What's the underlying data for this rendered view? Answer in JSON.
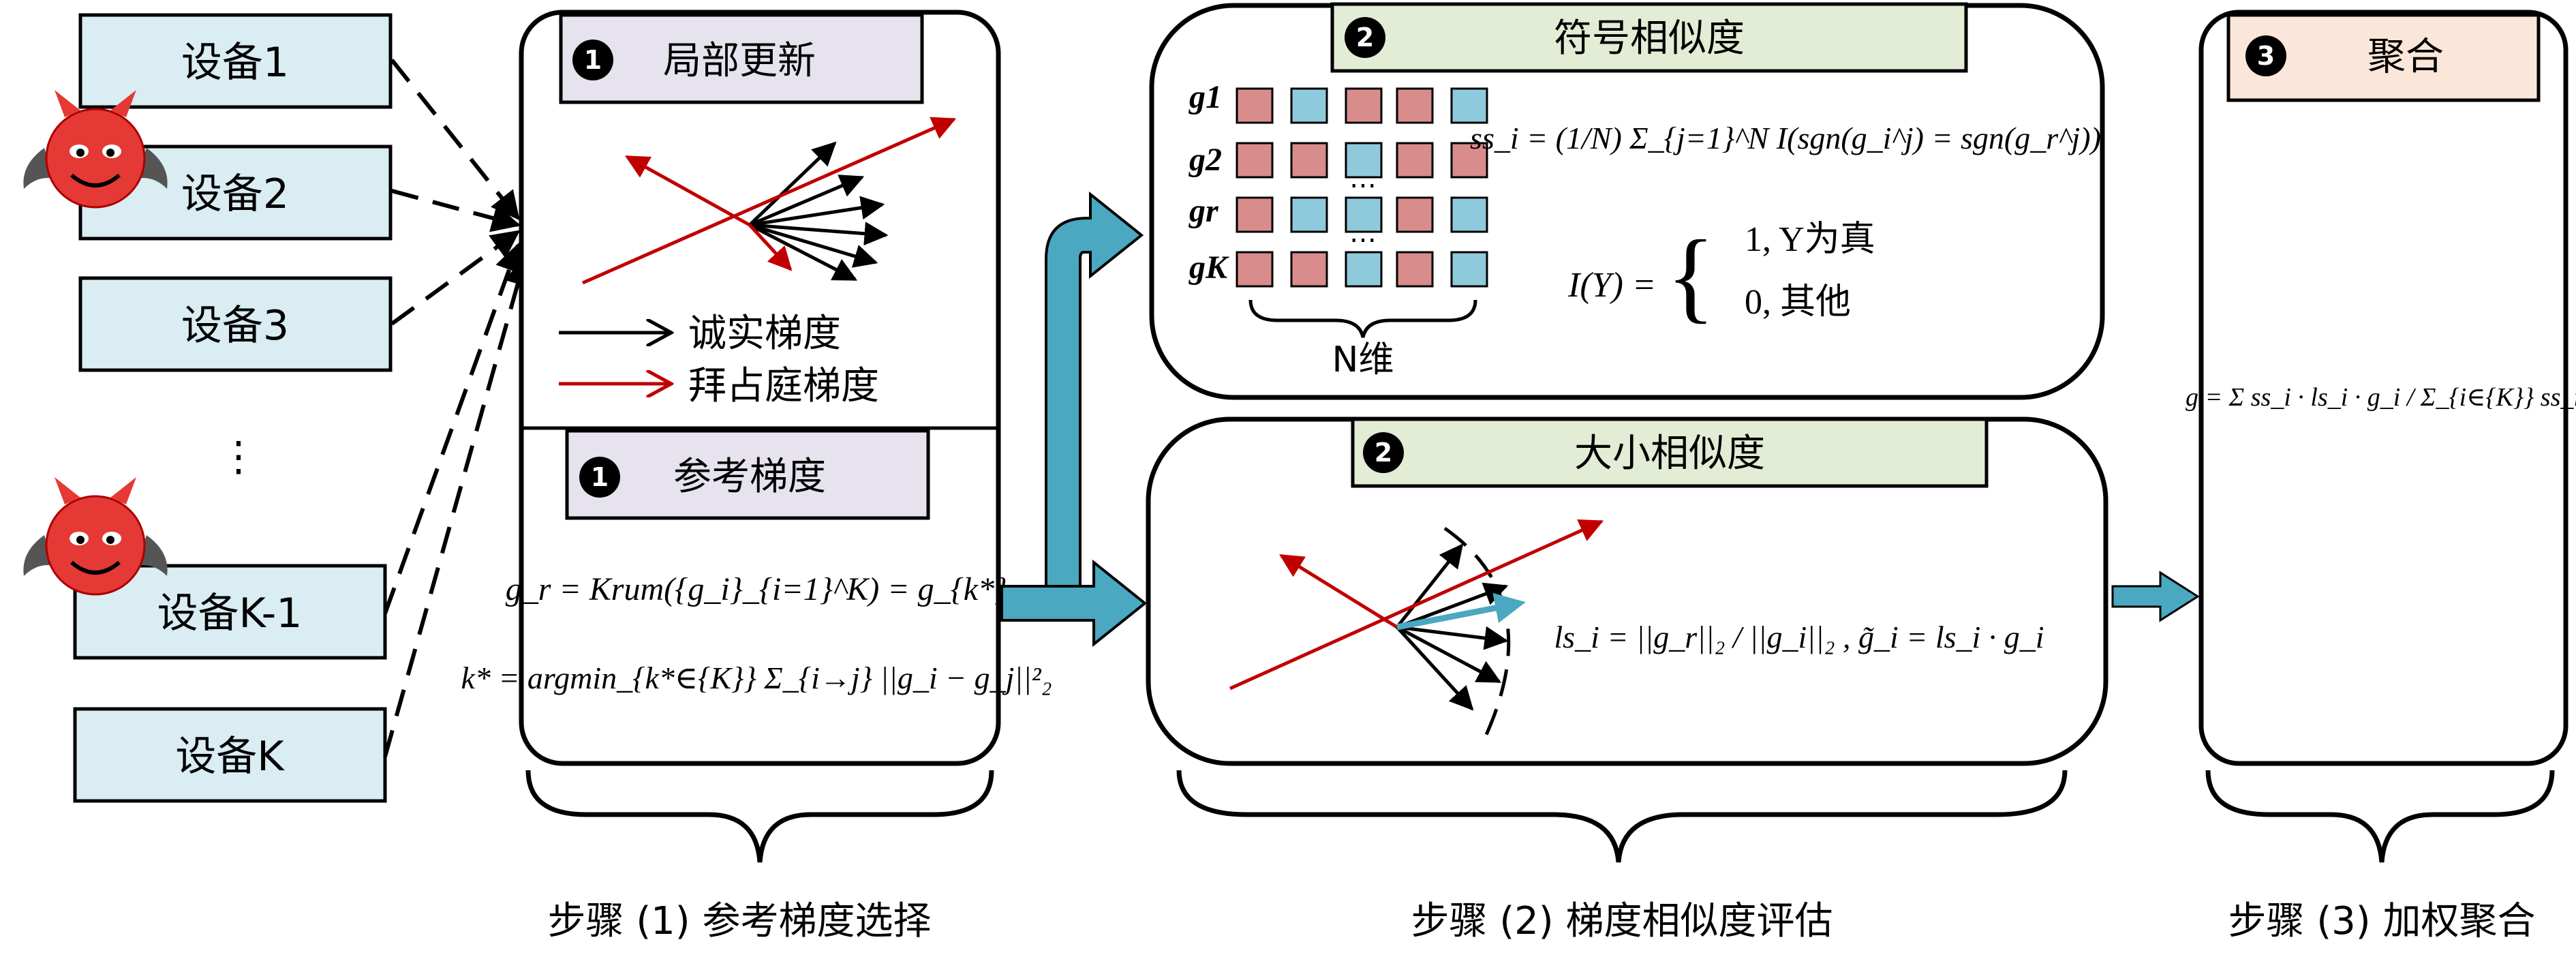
{
  "devices": [
    {
      "label": "设备1"
    },
    {
      "label": "设备2"
    },
    {
      "label": "设备3"
    },
    {
      "label": "设备K-1"
    },
    {
      "label": "设备K"
    }
  ],
  "device_ellipsis": "⋮",
  "step1": {
    "local_update": {
      "badge": "1",
      "title": "局部更新"
    },
    "legend": {
      "honest": "诚实梯度",
      "byzantine": "拜占庭梯度"
    },
    "reference": {
      "badge": "1",
      "title": "参考梯度"
    },
    "formula_gr": "g_r = Krum({g_i}_{i=1}^K) = g_{k*}",
    "formula_kstar": "k* = argmin_{k*∈{K}} Σ_{i→j} ||g_i − g_j||²₂",
    "caption": "步骤 (1) 参考梯度选择"
  },
  "step2": {
    "sign": {
      "badge": "2",
      "title": "符号相似度",
      "rows": [
        "g1",
        "g2",
        "gr",
        "gK"
      ],
      "dim_label": "N维",
      "formula_ss": "ss_i = (1/N) Σ_{j=1}^N I(sgn(g_i^j) = sgn(g_r^j))",
      "indicator_lhs": "I(Y) =",
      "indicator_case1": "1,  Y为真",
      "indicator_case2": "0,  其他"
    },
    "magnitude": {
      "badge": "2",
      "title": "大小相似度",
      "formula_ls": "ls_i = ||g_r||₂ / ||g_i||₂ , g̃_i = ls_i · g_i"
    },
    "caption": "步骤 (2) 梯度相似度评估"
  },
  "step3": {
    "badge": "3",
    "title": "聚合",
    "formula_g": "g = Σ ss_i · ls_i · g_i / Σ_{i∈{K}} ss_i",
    "caption": "步骤 (3) 加权聚合"
  },
  "colors": {
    "device_fill": "#d9edf3",
    "header_fill": "#e7e3ee",
    "sign_header_fill": "#e3ecd5",
    "agg_header_fill": "#fbe7da",
    "honest": "#000000",
    "byzantine": "#c00000",
    "teal": "#4aa8c0",
    "cell_red": "#d98c8c",
    "cell_blue": "#8fc9dc"
  }
}
